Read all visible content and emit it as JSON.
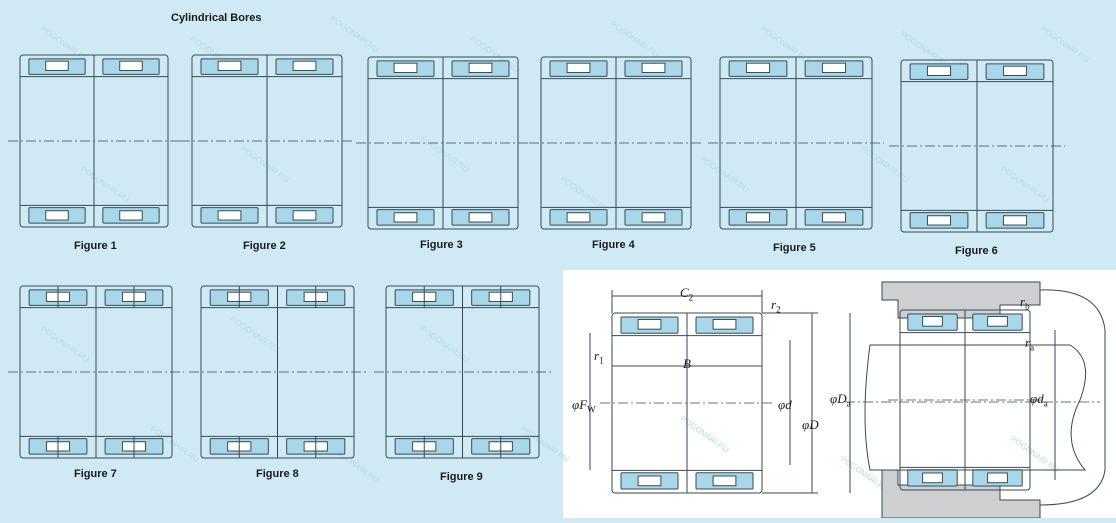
{
  "section_title": "Cylindrical Bores",
  "watermark": "POGONAIR.RU",
  "figures": [
    {
      "label": "Figure 1"
    },
    {
      "label": "Figure 2"
    },
    {
      "label": "Figure 3"
    },
    {
      "label": "Figure 4"
    },
    {
      "label": "Figure 5"
    },
    {
      "label": "Figure 6"
    },
    {
      "label": "Figure 7"
    },
    {
      "label": "Figure 8"
    },
    {
      "label": "Figure 9"
    }
  ],
  "dimensions": {
    "C2_main": "C",
    "C2_sub": "2",
    "r2_main": "r",
    "r2_sub": "2",
    "r1_main": "r",
    "r1_sub": "1",
    "B": "B",
    "phiFw_main": "φF",
    "phiFw_sub": "W",
    "phid": "φd",
    "phiD": "φD",
    "phiDa_main": "φD",
    "phiDa_sub": "a",
    "phida_main": "φd",
    "phida_sub": "a",
    "rb_main": "r",
    "rb_sub": "b",
    "ra_main": "r",
    "ra_sub": "a"
  },
  "colors": {
    "background": "#cfeaf5",
    "outline": "#3a4a55",
    "highlight": "#a9d7ea",
    "housing": "#cdcfd1"
  }
}
